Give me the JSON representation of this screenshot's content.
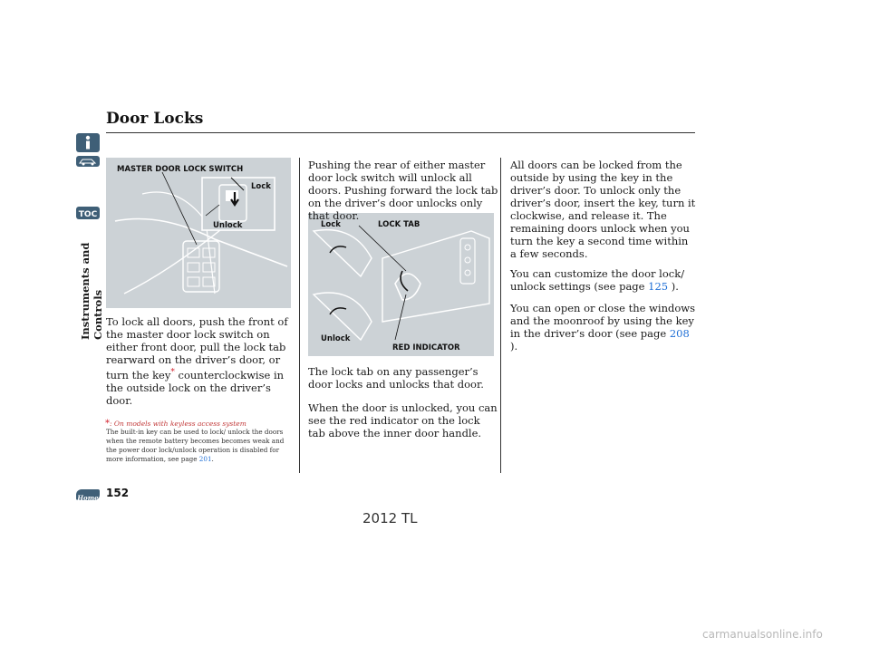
{
  "section_title": "Door Locks",
  "sidebar": {
    "chapter": "Instruments and Controls",
    "toc_label": "TOC",
    "home_label": "Home"
  },
  "figure_left": {
    "caption": "MASTER DOOR LOCK SWITCH",
    "lock_label": "Lock",
    "unlock_label": "Unlock"
  },
  "figure_right": {
    "lock_label": "Lock",
    "lock_tab_label": "LOCK TAB",
    "unlock_label": "Unlock",
    "red_indicator_label": "RED INDICATOR"
  },
  "col1": {
    "p1_before": "To lock all doors, push the front of the master door lock switch on either front door, pull the lock tab rearward on the driver’s door, or turn the key",
    "p1_star": "*",
    "p1_after": " counterclockwise in the outside lock on the driver’s door."
  },
  "col2": {
    "p1": "Pushing the rear of either master door lock switch will unlock all doors. Pushing forward the lock tab on the driver’s door unlocks only that door.",
    "p2": "The lock tab on any passenger’s door locks and unlocks that door.",
    "p3": "When the door is unlocked, you can see the red indicator on the lock tab above the inner door handle."
  },
  "col3": {
    "p1": "All doors can be locked from the outside by using the key in the driver’s door. To unlock only the driver’s door, insert the key, turn it clockwise, and release it. The remaining doors unlock when you turn the key a second time within a few seconds.",
    "p2_before": "You can customize the door lock/ unlock settings (see page ",
    "p2_link": "125",
    "p2_after": " ).",
    "p3_before": "You can open or close the windows and the moonroof by using the key in the driver’s door (see page ",
    "p3_link": "208",
    "p3_after": " )."
  },
  "footnote": {
    "marker": "*",
    "heading": ": On models with keyless access system",
    "body_before": "The built-in key can be used to lock/ unlock the doors when the remote battery becomes becomes weak and the power door lock/unlock operation is disabled for more information, see page ",
    "body_link": "201",
    "body_after": "."
  },
  "page_number": "152",
  "model_label": "2012 TL",
  "watermark": "carmanualsonline.info",
  "colors": {
    "figure_bg": "#ccd2d6",
    "link": "#1f6fd6",
    "asterisk": "#d21f2a",
    "sidebar_icon": "#3f5f77"
  }
}
